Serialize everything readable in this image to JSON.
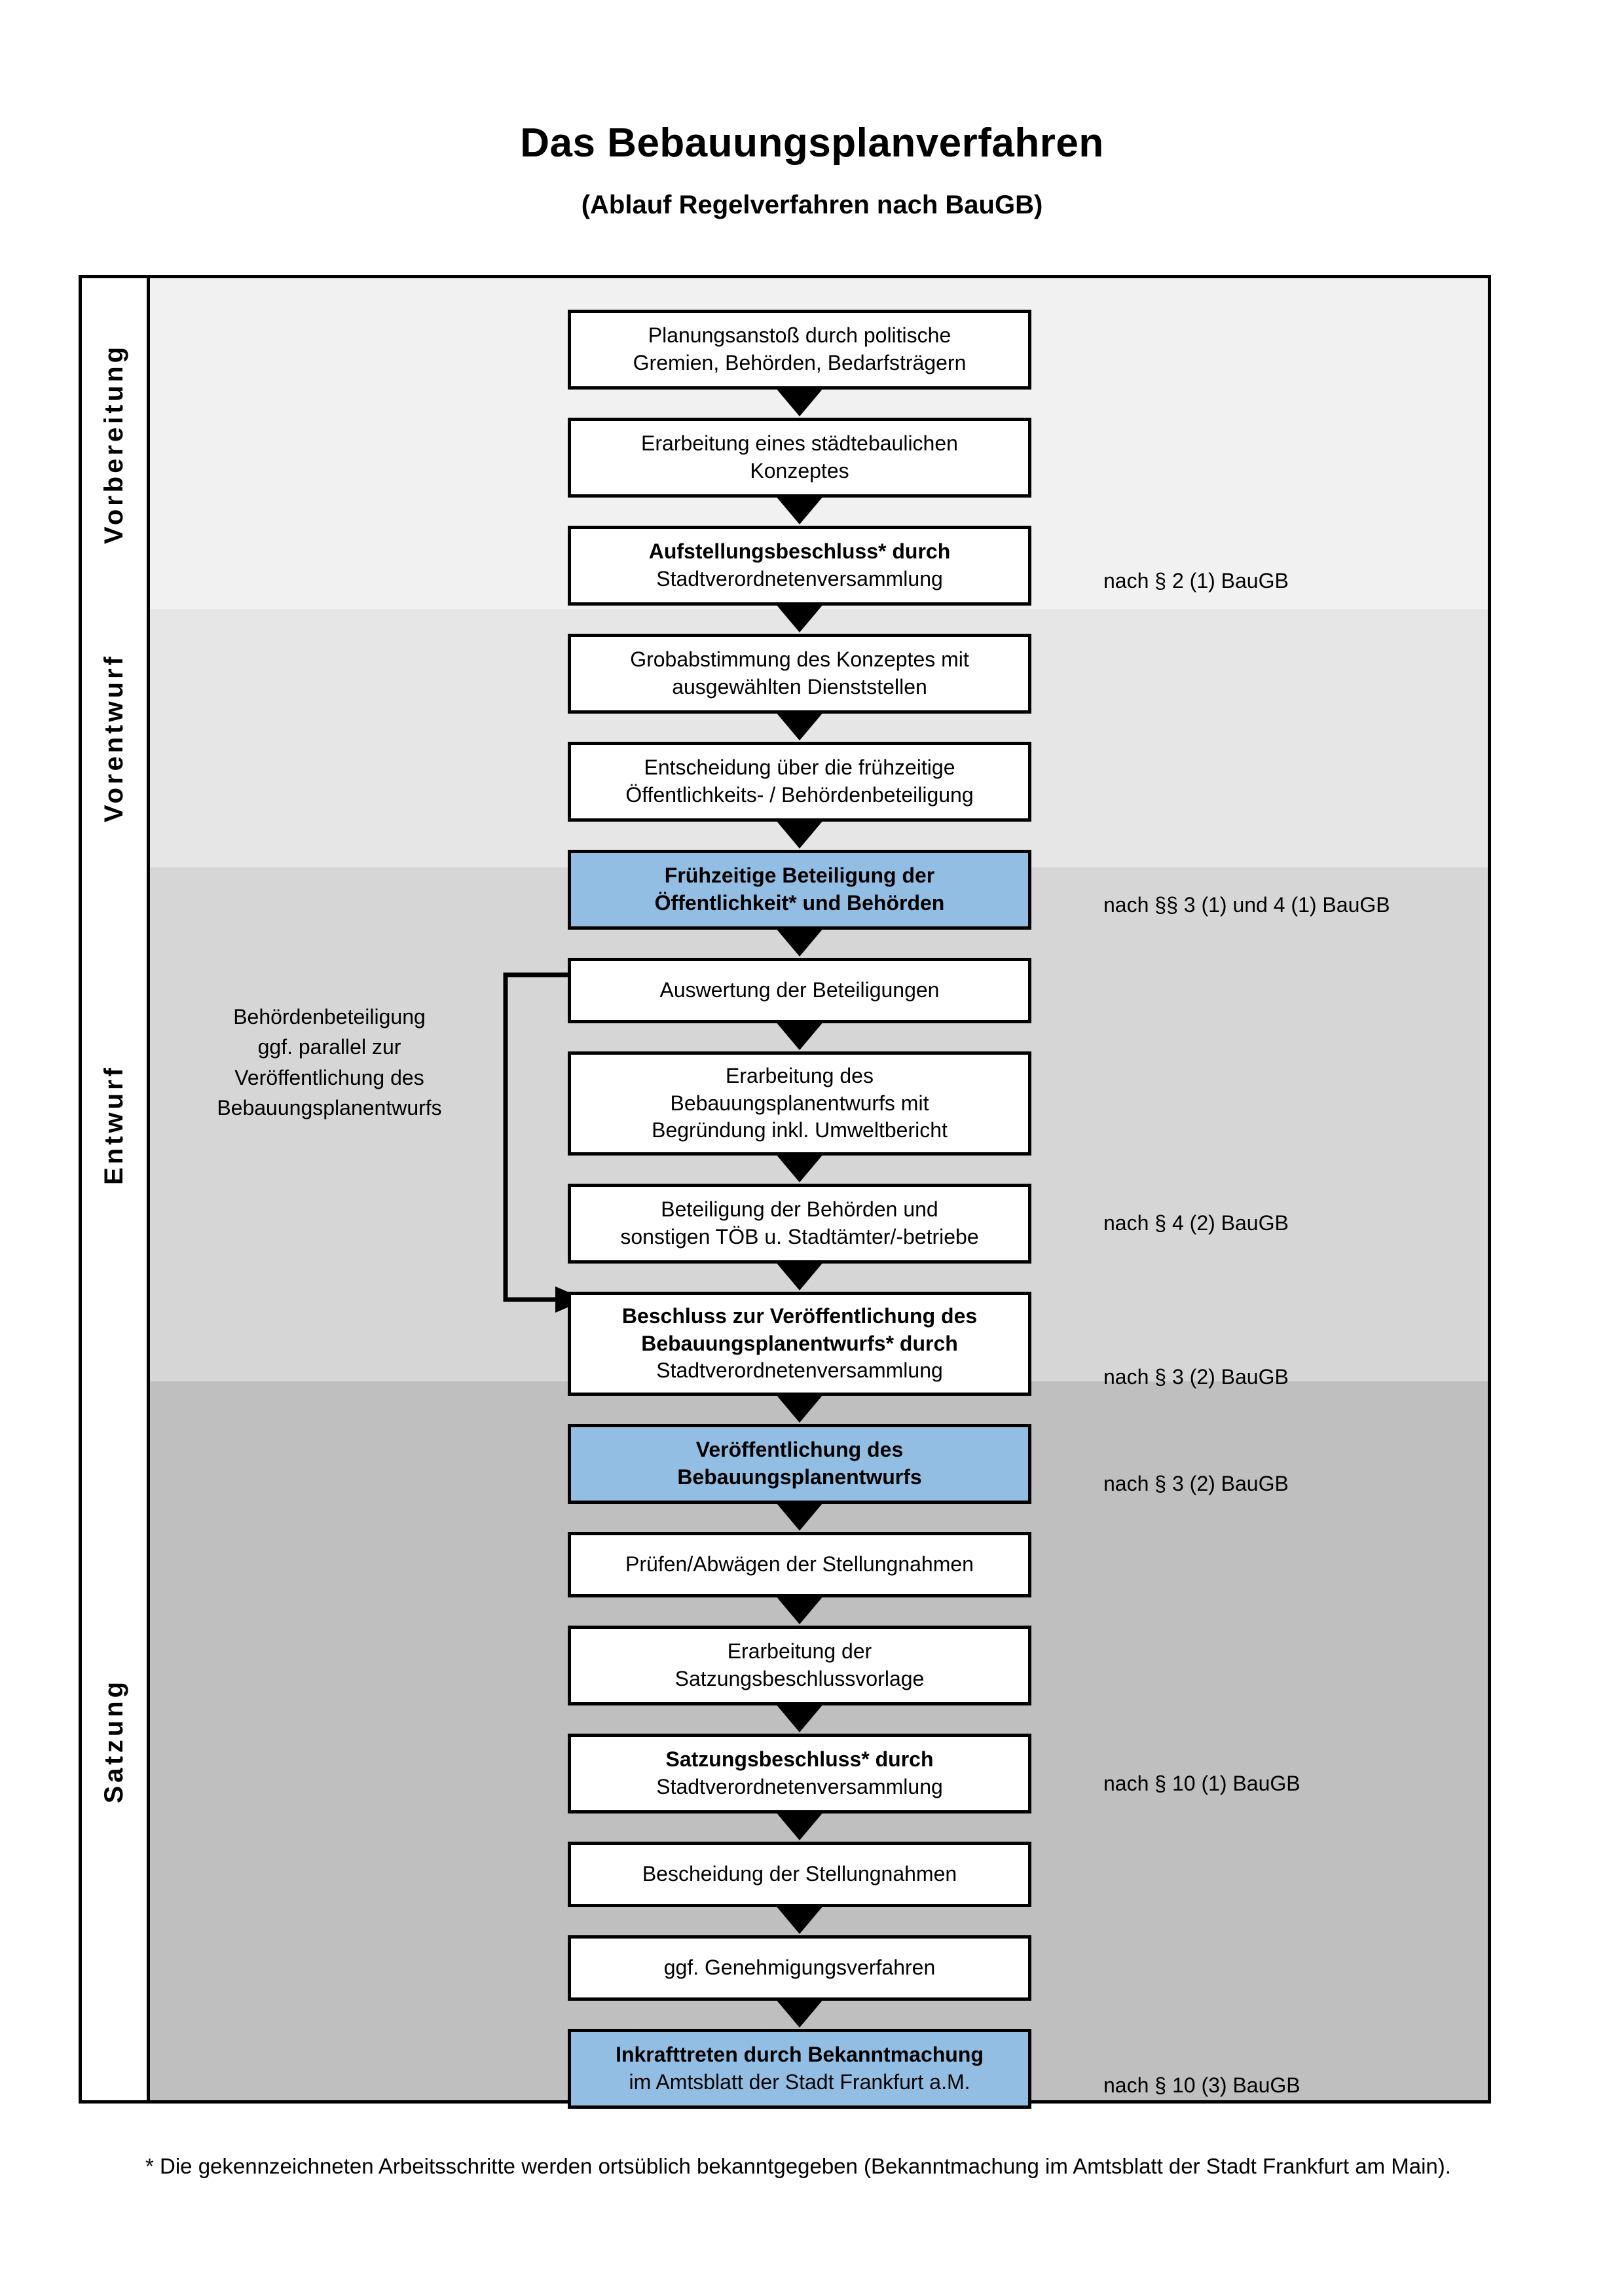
{
  "document": {
    "title": "Das Bebauungsplanverfahren",
    "subtitle": "(Ablauf Regelverfahren nach BauGB)",
    "footnote": "* Die gekennzeichneten Arbeitsschritte werden ortsüblich bekanntgegeben (Bekanntmachung im Amtsblatt  der Stadt Frankfurt am Main)."
  },
  "colors": {
    "highlight_box": "#92BEE3",
    "band_vorbereitung": "#F1F1F1",
    "band_vorentwurf": "#E6E6E6",
    "band_entwurf": "#D6D6D6",
    "band_satzung": "#BFBFBF",
    "outline": "#000000"
  },
  "bands": [
    {
      "label": "Vorbereitung"
    },
    {
      "label": "Vorentwurf"
    },
    {
      "label": "Entwurf"
    },
    {
      "label": "Satzung"
    }
  ],
  "entwurf_note": {
    "line1": "Behördenbeteiligung",
    "line2": "ggf. parallel zur",
    "line3": "Veröffentlichung des",
    "line4": "Bebauungsplanentwurfs"
  },
  "steps": [
    {
      "id": "planungsanstoss",
      "band": "Vorbereitung",
      "highlight": false,
      "lines": [
        {
          "text": "Planungsanstoß durch politische",
          "bold": false
        },
        {
          "text": "Gremien, Behörden, Bedarfsträgern",
          "bold": false
        }
      ]
    },
    {
      "id": "staedtebauliches-konzept",
      "band": "Vorbereitung",
      "highlight": false,
      "lines": [
        {
          "text": "Erarbeitung eines städtebaulichen",
          "bold": false
        },
        {
          "text": "Konzeptes",
          "bold": false
        }
      ]
    },
    {
      "id": "aufstellungsbeschluss",
      "band": "Vorbereitung",
      "highlight": false,
      "lines": [
        {
          "text": "Aufstellungsbeschluss* durch",
          "bold": true
        },
        {
          "text": "Stadtverordnetenversammlung",
          "bold": false
        }
      ]
    },
    {
      "id": "grobabstimmung",
      "band": "Vorentwurf",
      "highlight": false,
      "lines": [
        {
          "text": "Grobabstimmung des Konzeptes mit",
          "bold": false
        },
        {
          "text": "ausgewählten Dienststellen",
          "bold": false
        }
      ]
    },
    {
      "id": "entscheidung-fruehzeitige-beteiligung",
      "band": "Vorentwurf",
      "highlight": false,
      "lines": [
        {
          "text": "Entscheidung über die frühzeitige",
          "bold": false
        },
        {
          "text": "Öffentlichkeits- / Behördenbeteiligung",
          "bold": false
        }
      ]
    },
    {
      "id": "fruehzeitige-beteiligung",
      "band": "Vorentwurf",
      "highlight": true,
      "lines": [
        {
          "text": "Frühzeitige Beteiligung der",
          "bold": true
        },
        {
          "text": "Öffentlichkeit* und Behörden",
          "bold": true
        }
      ]
    },
    {
      "id": "auswertung-beteiligungen",
      "band": "Entwurf",
      "highlight": false,
      "lines": [
        {
          "text": "Auswertung der Beteiligungen",
          "bold": false
        }
      ]
    },
    {
      "id": "erarbeitung-bebauungsplanentwurf",
      "band": "Entwurf",
      "highlight": false,
      "lines": [
        {
          "text": "Erarbeitung des",
          "bold": false
        },
        {
          "text": "Bebauungsplanentwurfs mit",
          "bold": false
        },
        {
          "text": "Begründung inkl. Umweltbericht",
          "bold": false
        }
      ]
    },
    {
      "id": "beteiligung-behoerden-toeb",
      "band": "Entwurf",
      "highlight": false,
      "lines": [
        {
          "text": "Beteiligung der Behörden und",
          "bold": false
        },
        {
          "text": "sonstigen TÖB u. Stadtämter/-betriebe",
          "bold": false
        }
      ]
    },
    {
      "id": "beschluss-veroeffentlichung",
      "band": "Entwurf",
      "highlight": false,
      "lines": [
        {
          "text": "Beschluss zur Veröffentlichung des",
          "bold": true
        },
        {
          "text": "Bebauungsplanentwurfs* durch",
          "bold": true
        },
        {
          "text": "Stadtverordnetenversammlung",
          "bold": false
        }
      ]
    },
    {
      "id": "veroeffentlichung-entwurf",
      "band": "Entwurf",
      "highlight": true,
      "lines": [
        {
          "text": "Veröffentlichung des",
          "bold": true
        },
        {
          "text": "Bebauungsplanentwurfs",
          "bold": true
        }
      ]
    },
    {
      "id": "pruefen-abwaegen",
      "band": "Satzung",
      "highlight": false,
      "lines": [
        {
          "text": "Prüfen/Abwägen der Stellungnahmen",
          "bold": false
        }
      ]
    },
    {
      "id": "satzungsbeschlussvorlage",
      "band": "Satzung",
      "highlight": false,
      "lines": [
        {
          "text": "Erarbeitung der",
          "bold": false
        },
        {
          "text": "Satzungsbeschlussvorlage",
          "bold": false
        }
      ]
    },
    {
      "id": "satzungsbeschluss",
      "band": "Satzung",
      "highlight": false,
      "lines": [
        {
          "text": "Satzungsbeschluss* durch",
          "bold": true
        },
        {
          "text": "Stadtverordnetenversammlung",
          "bold": false
        }
      ]
    },
    {
      "id": "bescheidung-stellungnahmen",
      "band": "Satzung",
      "highlight": false,
      "lines": [
        {
          "text": "Bescheidung der Stellungnahmen",
          "bold": false
        }
      ]
    },
    {
      "id": "genehmigungsverfahren",
      "band": "Satzung",
      "highlight": false,
      "lines": [
        {
          "text": "ggf. Genehmigungsverfahren",
          "bold": false
        }
      ]
    },
    {
      "id": "inkrafttreten",
      "band": "Satzung",
      "highlight": true,
      "lines": [
        {
          "text": "Inkrafttreten durch Bekanntmachung",
          "bold": true
        },
        {
          "text": "im Amtsblatt der Stadt Frankfurt a.M.",
          "bold": false
        }
      ]
    }
  ],
  "legal_notes": [
    {
      "id": "note-par2-1",
      "text": "nach § 2 (1) BauGB",
      "for_step": "aufstellungsbeschluss"
    },
    {
      "id": "note-par3-4-1",
      "text": "nach §§ 3 (1) und 4 (1) BauGB",
      "for_step": "fruehzeitige-beteiligung"
    },
    {
      "id": "note-par4-2",
      "text": "nach § 4 (2) BauGB",
      "for_step": "beteiligung-behoerden-toeb"
    },
    {
      "id": "note-par3-2a",
      "text": "nach § 3 (2) BauGB",
      "for_step": "beschluss-veroeffentlichung"
    },
    {
      "id": "note-par3-2b",
      "text": "nach § 3 (2) BauGB",
      "for_step": "veroeffentlichung-entwurf"
    },
    {
      "id": "note-par10-1",
      "text": "nach § 10 (1) BauGB",
      "for_step": "satzungsbeschluss"
    },
    {
      "id": "note-par10-3",
      "text": "nach § 10 (3) BauGB",
      "for_step": "inkrafttreten"
    }
  ]
}
